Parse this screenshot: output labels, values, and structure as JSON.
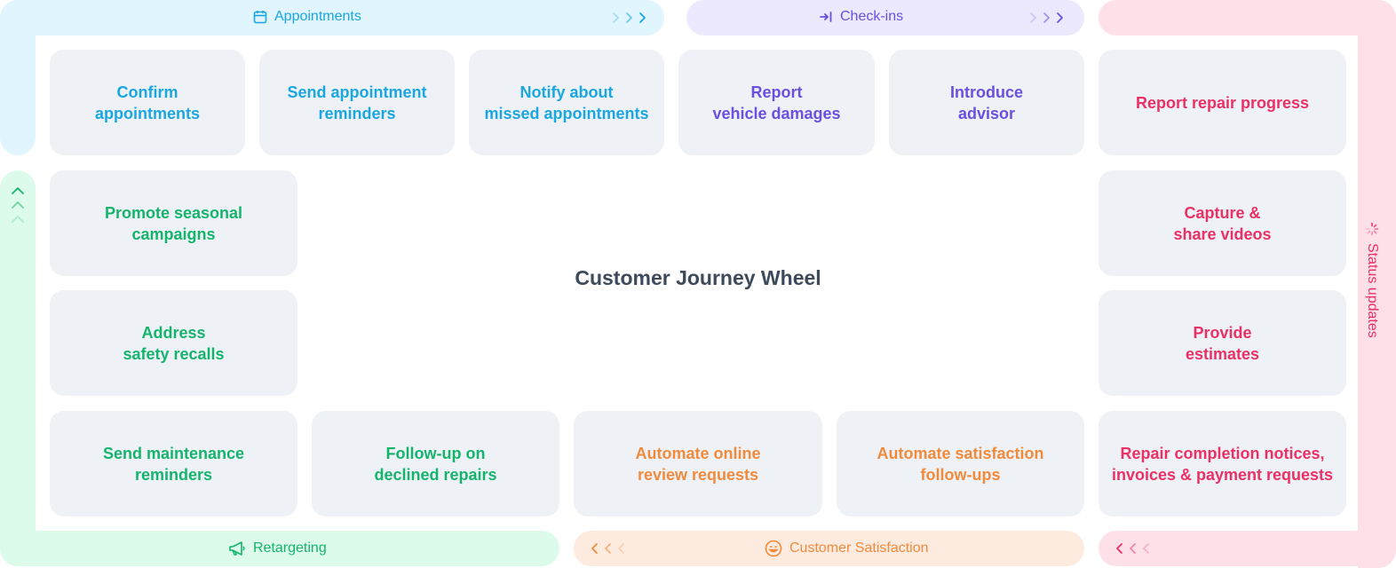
{
  "title": "Customer Journey Wheel",
  "colors": {
    "appointments": "#1aa6e0",
    "checkins": "#6a4fe0",
    "status": "#ec2f64",
    "retargeting": "#14b46c",
    "satisfaction": "#f28a3c"
  },
  "bands": {
    "appointments": {
      "label": "Appointments",
      "icon": "calendar-icon"
    },
    "checkins": {
      "label": "Check-ins",
      "icon": "login-arrow-icon"
    },
    "status": {
      "label": "Status updates",
      "icon": "loading-spinner-icon"
    },
    "retargeting": {
      "label": "Retargeting",
      "icon": "megaphone-icon"
    },
    "satisfaction": {
      "label": "Customer Satisfaction",
      "icon": "smiley-icon"
    }
  },
  "cards": {
    "confirm": "Confirm\nappointments",
    "reminders": "Send appointment\nreminders",
    "missed": "Notify about\nmissed appointments",
    "damages": "Report\nvehicle damages",
    "advisor": "Introduce\nadvisor",
    "progress": "Report repair progress",
    "videos": "Capture &\nshare videos",
    "estimates": "Provide\nestimates",
    "completion": "Repair completion notices,\ninvoices & payment requests",
    "satisfaction_followups": "Automate satisfaction\nfollow-ups",
    "review_requests": "Automate online\nreview requests",
    "declined": "Follow-up on\ndeclined repairs",
    "maintenance": "Send maintenance\nreminders",
    "recalls": "Address\nsafety recalls",
    "seasonal": "Promote seasonal\ncampaigns"
  }
}
